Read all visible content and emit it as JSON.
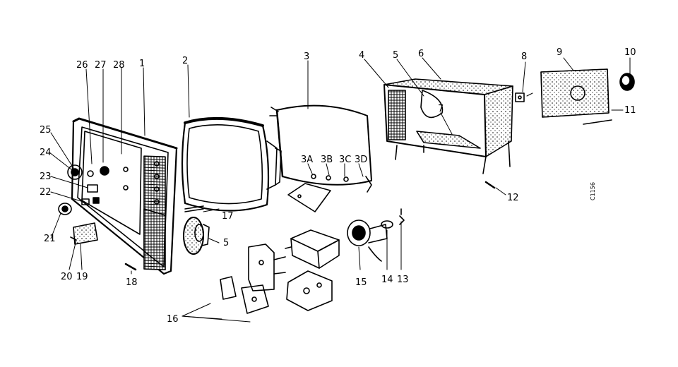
{
  "diagram": {
    "part_labels": {
      "p1": "1",
      "p2": "2",
      "p3": "3",
      "p3a": "3A",
      "p3b": "3B",
      "p3c": "3C",
      "p3d": "3D",
      "p4": "4",
      "p5a": "5",
      "p5b": "5",
      "p6": "6",
      "p7": "7",
      "p8": "8",
      "p9": "9",
      "p10": "10",
      "p11": "11",
      "p12": "12",
      "p13": "13",
      "p14": "14",
      "p15": "15",
      "p16": "16",
      "p17": "17",
      "p18": "18",
      "p19": "19",
      "p20": "20",
      "p21": "21",
      "p22": "22",
      "p23": "23",
      "p24": "24",
      "p25": "25",
      "p26": "26",
      "p27": "27",
      "p28": "28"
    },
    "figure_code": "C1156"
  }
}
